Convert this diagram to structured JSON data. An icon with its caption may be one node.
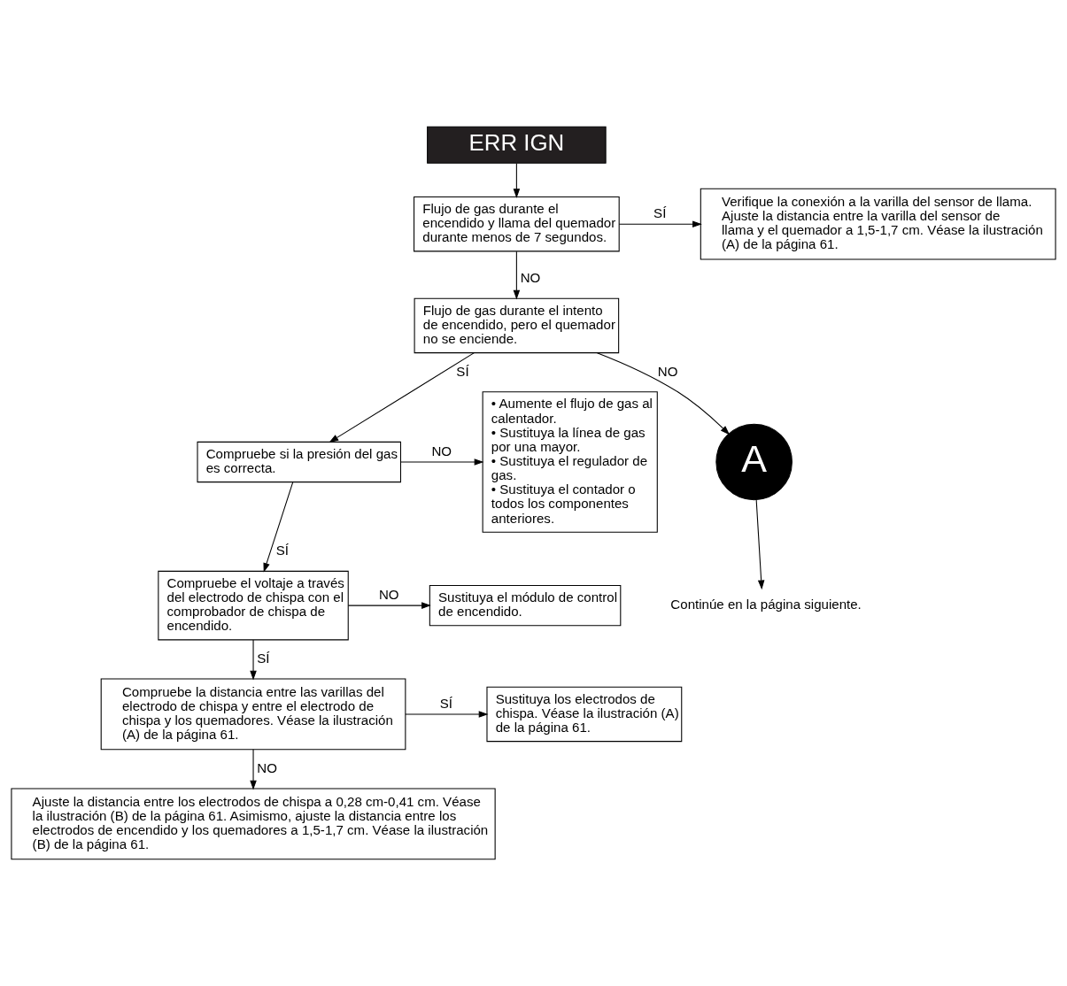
{
  "diagram": {
    "nodes": [
      {
        "text": [
          "ERR IGN"
        ]
      },
      {
        "text": [
          "Flujo de gas durante el encendido y llama del quemador durante menos de 7 segundos."
        ]
      },
      {
        "text": [
          "Verifique la conexión a la varilla del sensor de llama. Ajuste la distancia entre la varilla del sensor de llama y el quemador a 1,5-1,7 cm. Véase la ilustración (A) de la página 61."
        ]
      },
      {
        "text": [
          "Flujo de gas durante el intento de encendido, pero el quemador no se enciende."
        ]
      },
      {
        "text": [
          "Compruebe si la presión del gas es correcta."
        ]
      },
      {
        "text": [
          "• Aumente el flujo de gas al calentador.",
          "• Sustituya la línea de gas por una mayor.",
          "• Sustituya el regulador de gas.",
          "• Sustituya el contador o todos los componentes anteriores."
        ]
      },
      {
        "text": [
          "Compruebe el voltaje a través del electrodo de chispa con el comprobador de chispa de encendido."
        ]
      },
      {
        "text": [
          "Sustituya el módulo de control de encendido."
        ]
      },
      {
        "text": [
          "Compruebe la distancia entre las varillas del electrodo de chispa y entre el electrodo de chispa y los quemadores. Véase la ilustración (A) de la página 61."
        ]
      },
      {
        "text": [
          "Sustituya los electrodos de chispa. Véase la ilustración (A) de la página 61."
        ]
      },
      {
        "text": [
          "Ajuste la distancia entre los electrodos de chispa a 0,28 cm-0,41 cm. Véase la ilustración (B) de la página 61. Asimismo, ajuste la distancia entre los electrodos de encendido y los quemadores a 1,5-1,7 cm. Véase la ilustración (B) de la página 61."
        ]
      },
      {
        "text": [
          "A"
        ]
      },
      {
        "text": [
          "Continúe en la página siguiente."
        ]
      }
    ],
    "edges": [
      {
        "from": 0,
        "to": 1,
        "arrow": "to"
      },
      {
        "from": 1,
        "to": 2,
        "arrow": "to",
        "label": "SÍ"
      },
      {
        "from": 1,
        "to": 3,
        "arrow": "to",
        "label": "NO"
      },
      {
        "from": 3,
        "to": 11,
        "arrow": "to",
        "label": "NO"
      },
      {
        "from": 3,
        "to": 4,
        "arrow": "to",
        "label": "SÍ"
      },
      {
        "from": 4,
        "to": 5,
        "arrow": "to",
        "label": "NO"
      },
      {
        "from": 4,
        "to": 6,
        "arrow": "to",
        "label": "SÍ"
      },
      {
        "from": 6,
        "to": 7,
        "arrow": "to",
        "label": "NO"
      },
      {
        "from": 6,
        "to": 8,
        "arrow": "to",
        "label": "SÍ"
      },
      {
        "from": 8,
        "to": 9,
        "arrow": "to",
        "label": "SÍ"
      },
      {
        "from": 8,
        "to": 10,
        "arrow": "to",
        "label": "NO"
      },
      {
        "from": 11,
        "to": 12,
        "arrow": "to"
      }
    ]
  }
}
